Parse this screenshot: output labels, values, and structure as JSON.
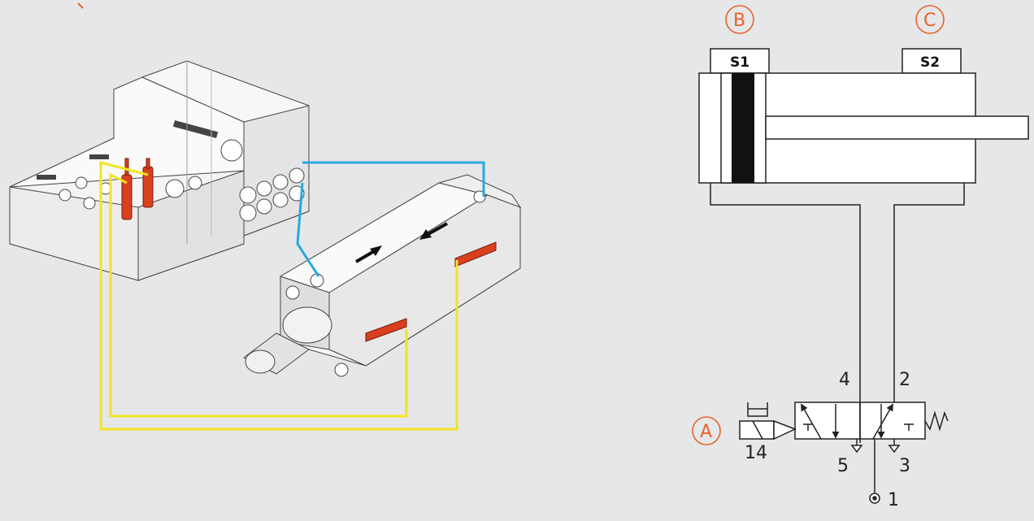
{
  "left_illustration": {
    "arrows": [
      "right-arrow-icon",
      "left-arrow-icon"
    ]
  },
  "schematic": {
    "components": {
      "valve": {
        "marker": "A"
      },
      "sensor_s1": {
        "marker": "B",
        "label": "S1"
      },
      "sensor_s2": {
        "marker": "C",
        "label": "S2"
      }
    },
    "ports": {
      "p1": "1",
      "p2": "2",
      "p3": "3",
      "p4": "4",
      "p5": "5",
      "p14": "14"
    }
  },
  "colors": {
    "background": "#e6e7e8",
    "accent_orange": "#e8622a",
    "sensor_red": "#d9401f",
    "wire_yellow": "#f2e422",
    "tube_blue": "#29a8df",
    "line": "#222222"
  }
}
